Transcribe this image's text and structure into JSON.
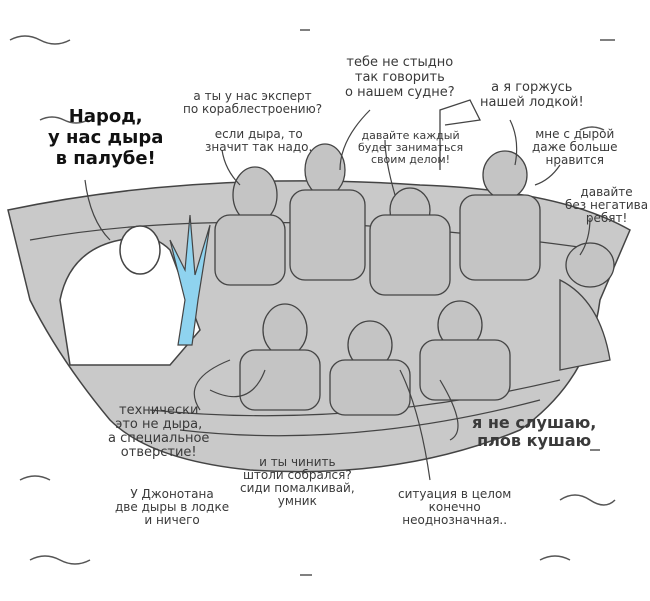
{
  "comic": {
    "main_shout": "Народ,\nу нас дыра\nв палубе!",
    "bubbles": {
      "expert": "а ты у нас эксперт\nпо кораблестроению?",
      "must_be": "если дыра, то\nзначит так надо.",
      "shame": "тебе не стыдно\nтак говорить\nо нашем судне?",
      "own_business": "давайте каждый\nбудет заниматься\nсвоим делом!",
      "proud": "а я горжусь\nнашей лодкой!",
      "like_more": "мне с дырой\nдаже больше\nнравится",
      "no_negative": "давайте\nбез негатива\nребят!",
      "technically": "технически\nэто не дыра,\nа специальное\nотверстие!",
      "fix": "и ты чинить\nштоли собрался?\nсиди помалкивай,\nумник",
      "pilaf": "я не слушаю,\nплов кушаю",
      "john": "У Джонотана\nдве дыры в лодке\nи ничего",
      "ambiguous": "ситуация в целом\nконечно\nнеоднозначная.."
    }
  },
  "colors": {
    "boat": "#c9c9c9",
    "water": "#8fd3ef",
    "line": "#444444"
  }
}
